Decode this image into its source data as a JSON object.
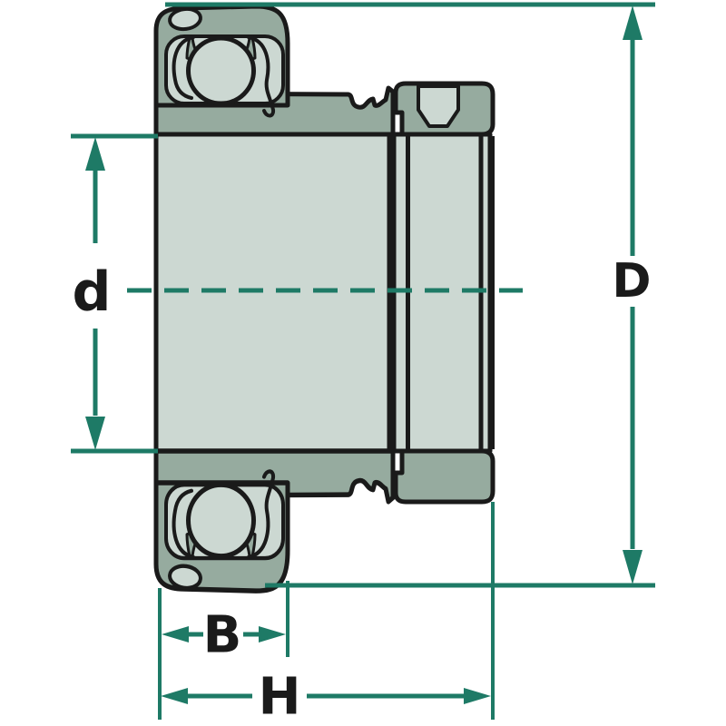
{
  "diagram": {
    "kind": "bearing-cross-section-dimension-drawing",
    "dimension_labels": {
      "bore_diameter": "d",
      "outer_diameter": "D",
      "outer_ring_width": "B",
      "total_width": "H"
    }
  },
  "colors": {
    "dimension": "#1e7a66",
    "ring_fill": "#96ab9f",
    "light_fill": "#ccd8d2",
    "outline": "#1a1a1a",
    "background": "#ffffff"
  }
}
